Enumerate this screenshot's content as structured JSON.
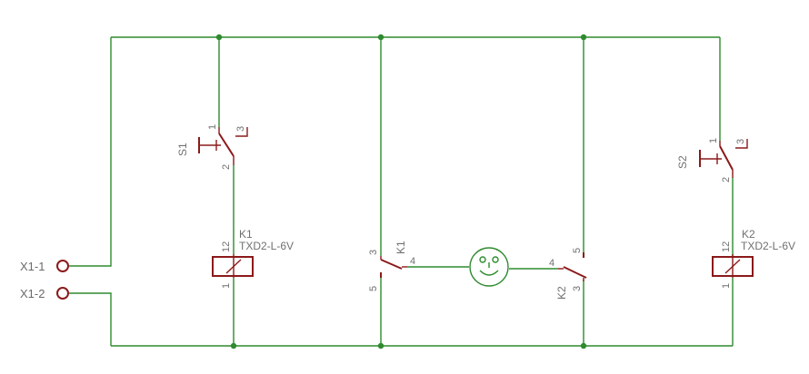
{
  "terminals": [
    {
      "label": "X1-1"
    },
    {
      "label": "X1-2"
    }
  ],
  "switches": [
    {
      "name": "S1",
      "pins": [
        "1",
        "2",
        "3"
      ]
    },
    {
      "name": "S2",
      "pins": [
        "1",
        "2",
        "3"
      ]
    }
  ],
  "relays": [
    {
      "name": "K1",
      "value": "TXD2-L-6V",
      "coil_pins": [
        "12",
        "1"
      ],
      "contact_pins": [
        "3",
        "4",
        "5"
      ]
    },
    {
      "name": "K2",
      "value": "TXD2-L-6V",
      "coil_pins": [
        "12",
        "1"
      ],
      "contact_pins": [
        "5",
        "4",
        "3"
      ]
    }
  ],
  "colors": {
    "wire": "#2e8b2e",
    "component": "#8b1a1a",
    "label": "#707070"
  }
}
